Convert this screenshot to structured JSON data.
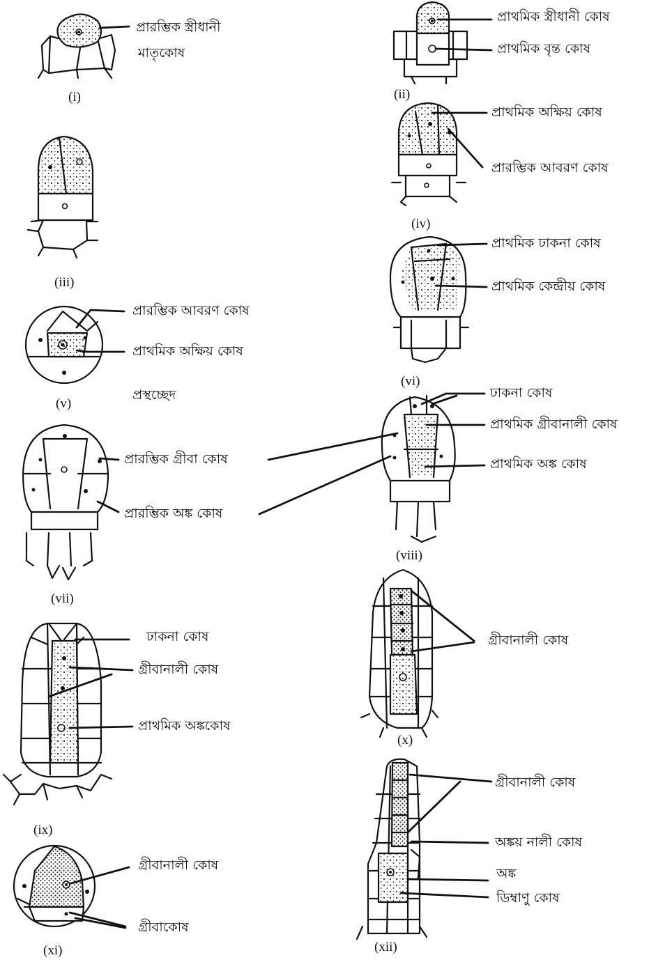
{
  "labels": {
    "i_a": "প্রারম্ভিক স্ত্রীধানী",
    "i_b": "মাতৃকোষ",
    "ii_a": "প্রাথমিক স্ত্রীধানী কোষ",
    "ii_b": "প্রাথমিক বৃন্ত কোষ",
    "iv_a": "প্রাথমিক অক্ষিয় কোষ",
    "iv_b": "প্রারম্ভিক আবরণ কোষ",
    "vi_a": "প্রাথমিক ঢাকনা কোষ",
    "vi_b": "প্রাথমিক কেন্দ্রীয় কোষ",
    "v_a": "প্রারম্ভিক আবরণ কোষ",
    "v_b": "প্রাথমিক অক্ষিয় কোষ",
    "v_c": "প্রস্থচ্ছেদ",
    "vii_a": "প্রারম্ভিক গ্রীবা কোষ",
    "vii_b": "প্রারম্ভিক অঙ্ক কোষ",
    "viii_a": "ঢাকনা কোষ",
    "viii_b": "প্রাথমিক গ্রীবানালী কোষ",
    "viii_c": "প্রাথমিক অঙ্ক কোষ",
    "ix_a": "ঢাকনা কোষ",
    "ix_b": "গ্রীবানালী কোষ",
    "ix_c": "প্রাথমিক অঙ্ককোষ",
    "x_a": "গ্রীবানালী কোষ",
    "xi_a": "গ্রীবানালী কোষ",
    "xi_b": "গ্রীবাকোষ",
    "xii_a": "গ্রীবানালী কোষ",
    "xii_b": "অঙ্কয় নালী কোষ",
    "xii_c": "অঙ্ক",
    "xii_d": "ডিম্বাণু কোষ"
  },
  "figures": [
    "(i)",
    "(ii)",
    "(iii)",
    "(iv)",
    "(v)",
    "(vi)",
    "(vii)",
    "(viii)",
    "(ix)",
    "(x)",
    "(xi)",
    "(xii)"
  ]
}
